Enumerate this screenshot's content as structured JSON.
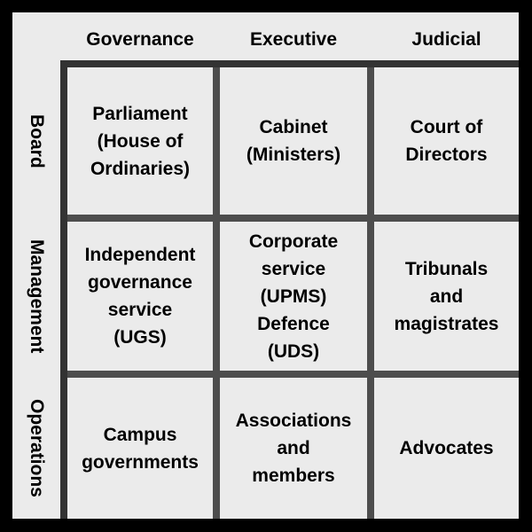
{
  "columns": [
    "Governance",
    "Executive",
    "Judicial"
  ],
  "rows": [
    "Board",
    "Management",
    "Operations"
  ],
  "cells": [
    [
      "Parliament\n(House of\nOrdinaries)",
      "Cabinet\n(Ministers)",
      "Court of\nDirectors"
    ],
    [
      "Independent\ngovernance\nservice\n(UGS)",
      "Corporate\nservice\n(UPMS)\nDefence\n(UDS)",
      "Tribunals\nand\nmagistrates"
    ],
    [
      "Campus\ngovernments",
      "Associations\nand\nmembers",
      "Advocates"
    ]
  ]
}
